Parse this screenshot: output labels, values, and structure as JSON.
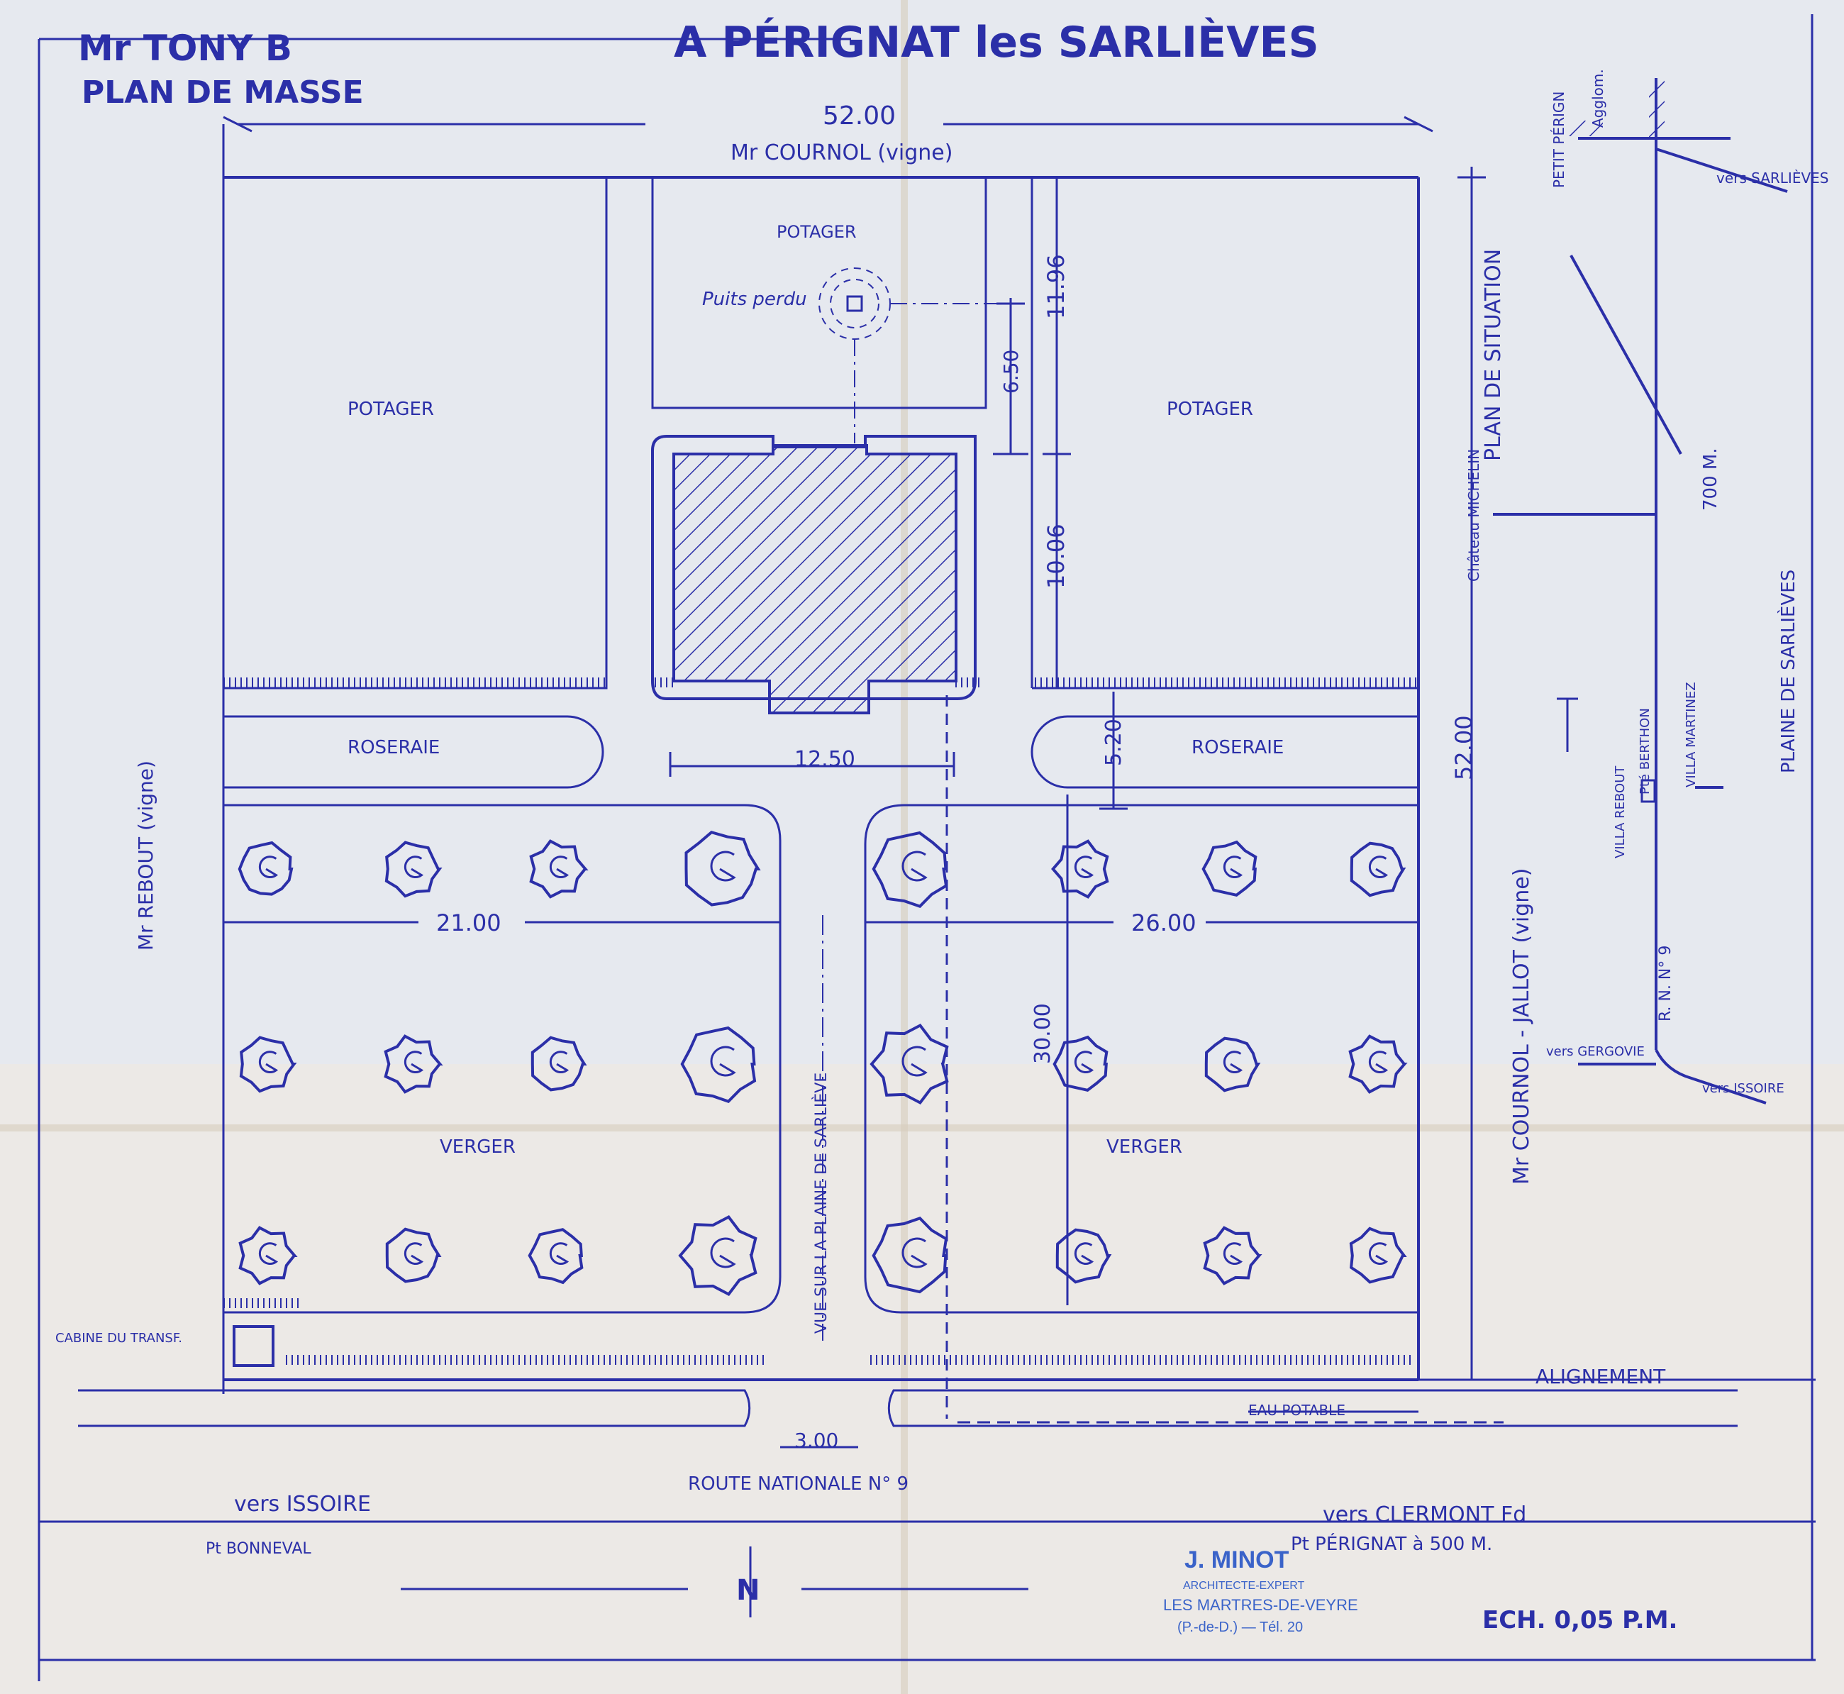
{
  "header": {
    "client": "Mr TONY B",
    "place": "A PÉRIGNAT les SARLIÈVES",
    "subtitle": "PLAN DE MASSE"
  },
  "neighbours": {
    "north": "Mr COURNOL (vigne)",
    "west": "Mr REBOUT (vigne)",
    "east": "Mr COURNOL - JALLOT (vigne)"
  },
  "zones": {
    "potager_left": "POTAGER",
    "potager_center": "POTAGER",
    "potager_right": "POTAGER",
    "well": "Puits perdu",
    "roseraie_left": "ROSERAIE",
    "roseraie_right": "ROSERAIE",
    "verger_left": "VERGER",
    "verger_right": "VERGER",
    "alley": "VUE SUR LA PLAINE DE SARLIÈVE",
    "cabine": "CABINE DU TRANSF.",
    "alignement": "ALIGNEMENT",
    "eau": "EAU POTABLE"
  },
  "dimensions": {
    "top_width": "52.00",
    "depth_right": "52.00",
    "well_offset": "6.50",
    "potager_depth": "11.96",
    "house_depth": "10.06",
    "roseraie_depth": "5.20",
    "house_width": "12.50",
    "verger_left": "21.00",
    "verger_right": "26.00",
    "verger_depth": "30.00",
    "gate": "3.00"
  },
  "road": {
    "name": "ROUTE NATIONALE N° 9",
    "west_dir": "vers ISSOIRE",
    "west_sub": "Pt BONNEVAL",
    "east_dir": "vers CLERMONT Fd",
    "east_sub": "Pt PÉRIGNAT à 500 M."
  },
  "situation": {
    "title": "PLAN DE SITUATION",
    "petit_perignat": "PETIT PÉRIGN",
    "agglom": "Agglom.",
    "vers_sarlieves": "vers SARLIÈVES",
    "distance": "700 M.",
    "chateau": "Château MICHELIN",
    "plaine": "PLAINE DE SARLIÈVES",
    "villa_martinez": "VILLA MARTINEZ",
    "pte_berthon": "Pté BERTHON",
    "villa_rebout": "VILLA REBOUT",
    "rn9": "R. N. N° 9",
    "vers_gergovie": "vers GERGOVIE",
    "vers_issoire": "vers ISSOIRE"
  },
  "footer": {
    "north": "N",
    "architect": "J. MINOT",
    "architect_title": "ARCHITECTE-EXPERT",
    "architect_town": "LES MARTRES-DE-VEYRE",
    "architect_phone": "(P.-de-D.) — Tél. 20",
    "scale": "ECH. 0,05 P.M."
  }
}
